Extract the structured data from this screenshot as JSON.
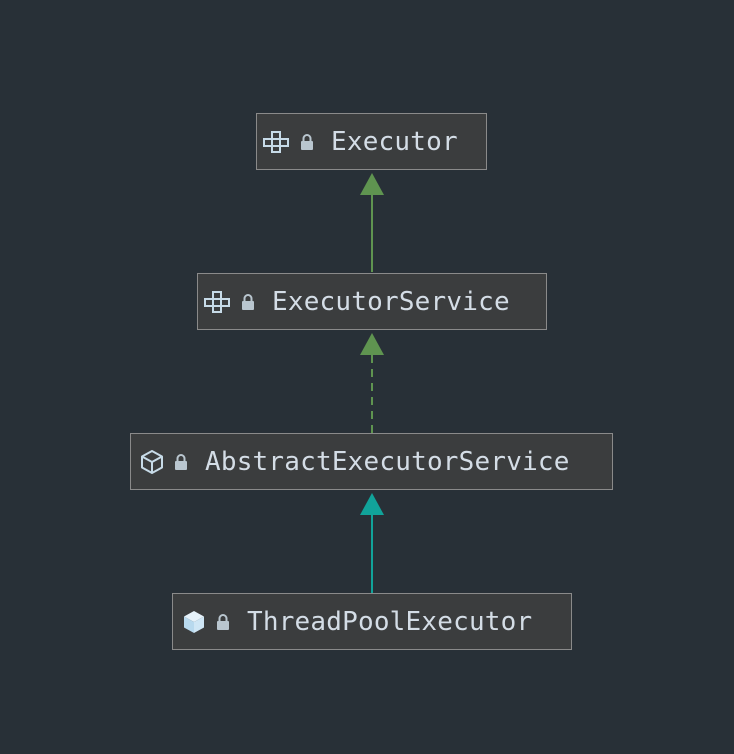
{
  "nodes": [
    {
      "id": "executor",
      "label": "Executor",
      "kind": "interface",
      "icon": "interface-icon",
      "access": "lock-icon"
    },
    {
      "id": "executor-service",
      "label": "ExecutorService",
      "kind": "interface",
      "icon": "interface-icon",
      "access": "lock-icon"
    },
    {
      "id": "abstract-executor-service",
      "label": "AbstractExecutorService",
      "kind": "abstract-class",
      "icon": "abstract-class-icon",
      "access": "lock-icon"
    },
    {
      "id": "thread-pool-executor",
      "label": "ThreadPoolExecutor",
      "kind": "class",
      "icon": "class-icon",
      "access": "lock-icon"
    }
  ],
  "edges": [
    {
      "from": "executor-service",
      "to": "executor",
      "type": "extends",
      "style": "solid",
      "color": "#5f9450"
    },
    {
      "from": "abstract-executor-service",
      "to": "executor-service",
      "type": "implements",
      "style": "dashed",
      "color": "#5f9450"
    },
    {
      "from": "thread-pool-executor",
      "to": "abstract-executor-service",
      "type": "extends",
      "style": "solid",
      "color": "#11a39a"
    }
  ],
  "colors": {
    "background": "#283037",
    "node_fill": "#3b3d3e",
    "node_border": "#8a8a8a",
    "text": "#d4dde6",
    "icon": "#c7dbe8"
  }
}
